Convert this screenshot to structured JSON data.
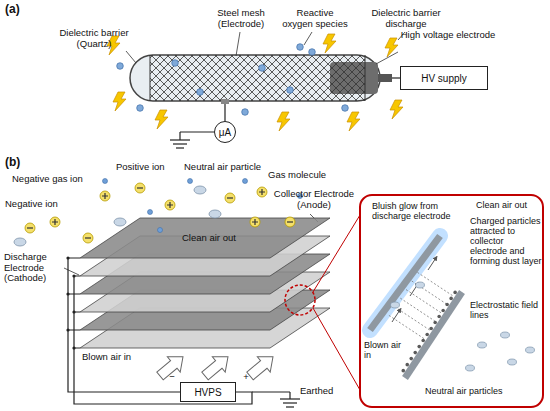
{
  "diagram": {
    "nodes": [
      {
        "text": [
          "HV supply"
        ]
      },
      {
        "text": [
          "μA"
        ]
      },
      {
        "text": [
          "HVPS"
        ]
      }
    ],
    "labels": [
      "(a)",
      "Steel mesh (Electrode)",
      "Reactive oxygen species",
      "Dielectric barrier discharge",
      "Dielectric barrier (Quartz)",
      "High voltage electrode",
      "(b)",
      "Negative gas ion",
      "Positive ion",
      "Neutral air particle",
      "Gas molecule",
      "Collector Electrode (Anode)",
      "Negative ion",
      "Discharge Electrode (Cathode)",
      "Clean air out",
      "Blown air in",
      "−",
      "+",
      "Earthed",
      "Bluish glow from discharge electrode",
      "Clean air out",
      "Charged particles attracted to collector electrode and forming dust layer",
      "Electrostatic field lines",
      "Blown air in",
      "Neutral air particles"
    ]
  }
}
